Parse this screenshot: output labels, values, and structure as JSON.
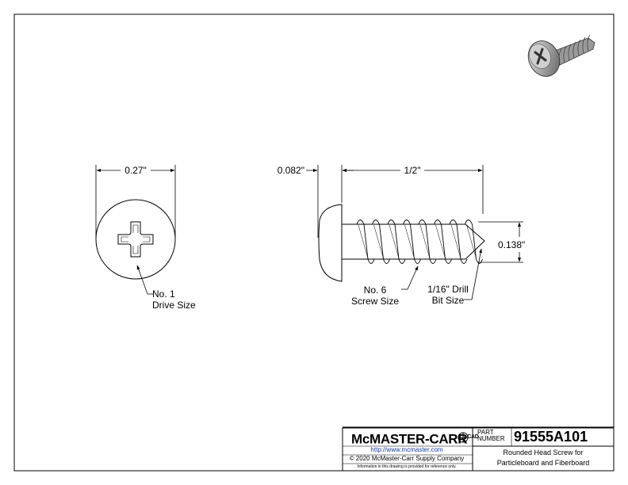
{
  "drawing": {
    "dimensions": {
      "head_diameter": "0.27\"",
      "head_height": "0.082\"",
      "length": "1/2\"",
      "thread_diameter": "0.138\""
    },
    "callouts": {
      "drive_size": "No. 1\nDrive Size",
      "screw_size": "No. 6\nScrew Size",
      "drill_bit": "1/16\" Drill\nBit Size"
    }
  },
  "title_block": {
    "logo_text": "McMASTER-CARR",
    "logo_suffix": "CAD",
    "url": "http://www.mcmaster.com",
    "copyright": "© 2020 McMaster-Carr Supply Company",
    "disclaimer": "Information in this drawing is provided for reference only.",
    "part_number_label": "PART\nNUMBER",
    "part_number": "91555A101",
    "description": "Rounded Head Screw for\nParticleboard and Fiberboard"
  },
  "colors": {
    "line": "#000000",
    "screw_fill": "#b9b9b9",
    "screw_shadow": "#6e6e6e",
    "url_text": "#1a3d9a"
  }
}
